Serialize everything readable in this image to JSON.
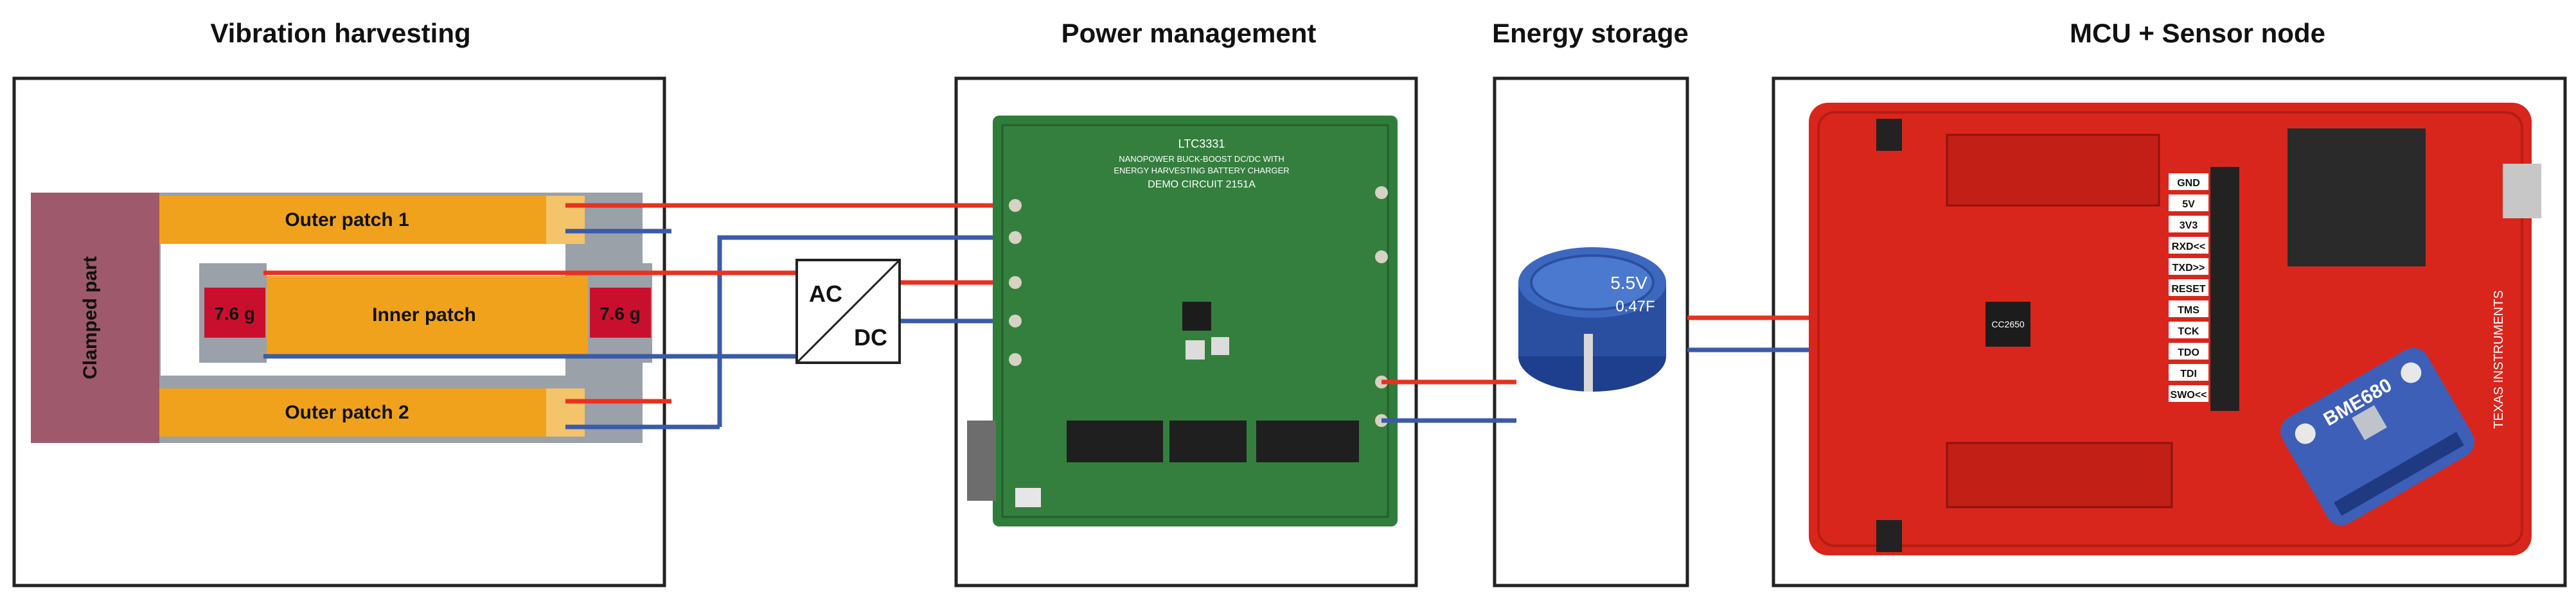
{
  "sections": {
    "vibration": "Vibration harvesting",
    "power": "Power management",
    "storage": "Energy storage",
    "mcu": "MCU + Sensor node"
  },
  "harvester": {
    "clamped": "Clamped part",
    "outer1": "Outer patch 1",
    "inner": "Inner patch",
    "outer2": "Outer patch 2",
    "mass_left": "7.6 g",
    "mass_right": "7.6 g"
  },
  "rectifier": {
    "ac": "AC",
    "dc": "DC"
  },
  "pmic": {
    "part": "LTC3331",
    "line1": "NANOPOWER BUCK-BOOST DC/DC WITH",
    "line2": "ENERGY HARVESTING BATTERY CHARGER",
    "line3": "DEMO CIRCUIT 2151A"
  },
  "capacitor": {
    "voltage": "5.5V",
    "capacitance": "0.47F"
  },
  "mcu_board": {
    "vendor": "TEXAS INSTRUMENTS",
    "chip": "CC2650",
    "sensor": "BME680",
    "pins": [
      "GND",
      "5V",
      "3V3",
      "RXD<<",
      "TXD>>",
      "RESET",
      "TMS",
      "TCK",
      "TDO",
      "TDI",
      "SWO<<"
    ]
  },
  "colors": {
    "positive": "#e8311f",
    "negative": "#3b5aa8",
    "patch": "#f0a21c",
    "clamp": "#9e5a6c",
    "mass": "#c8102e",
    "pcb_green": "#2f7d3a",
    "pcb_red": "#d9261c"
  }
}
